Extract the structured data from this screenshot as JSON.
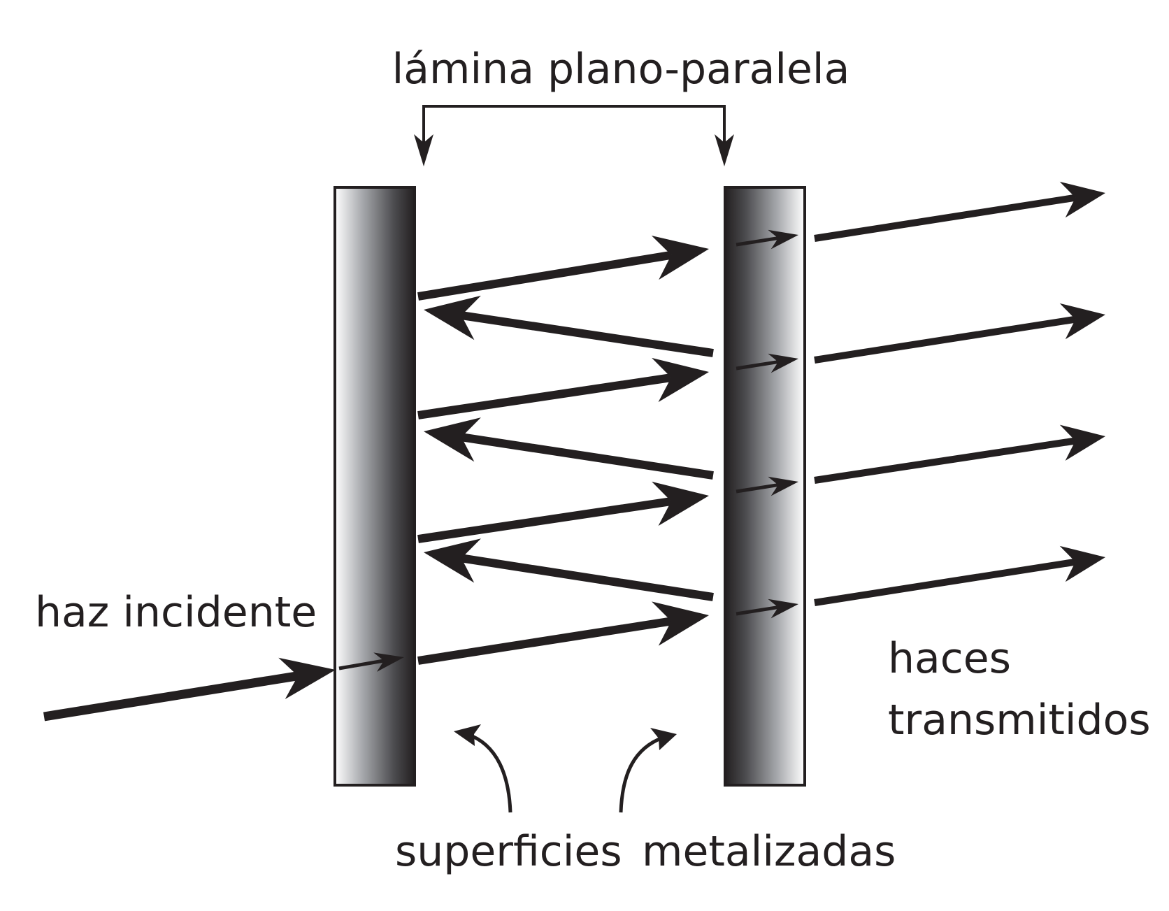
{
  "labels": {
    "top": "lámina plano-paralela",
    "incident": "haz incidente",
    "transmitted_line1": "haces",
    "transmitted_line2": "transmitidos",
    "bottom_left": "superficies",
    "bottom_right": "metalizadas"
  },
  "colors": {
    "ink": "#231f20",
    "plate_dark": "#231f20",
    "plate_light": "#ffffff"
  }
}
